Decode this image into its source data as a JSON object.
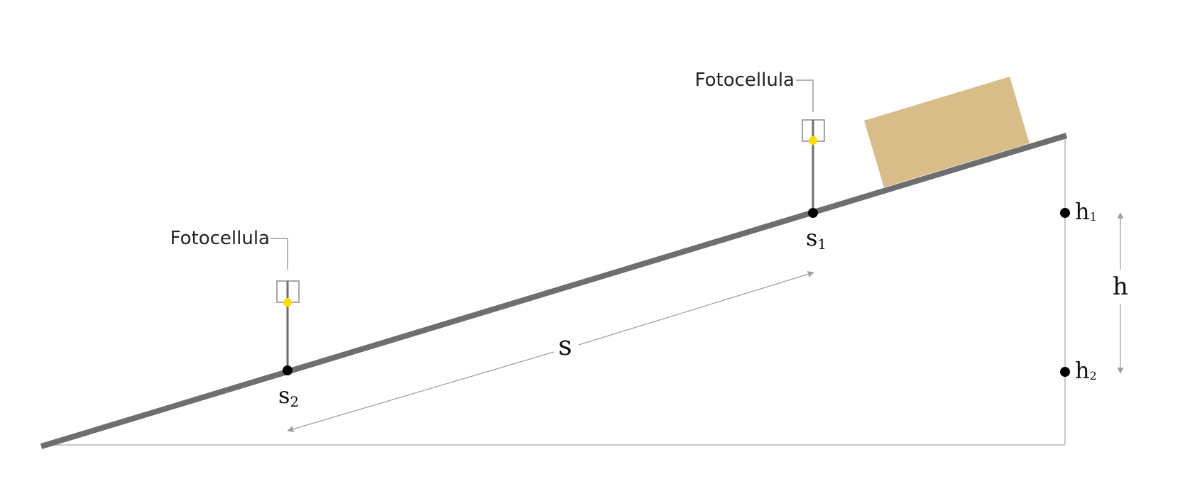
{
  "labels": {
    "photocell_top": "Fotocellula",
    "photocell_bottom": "Fotocellula",
    "s1_base": "s",
    "s1_sub": "1",
    "s2_base": "s",
    "s2_sub": "2",
    "s": "s",
    "h1_base": "h",
    "h1_sub": "1",
    "h2_base": "h",
    "h2_sub": "2",
    "h": "h"
  },
  "colors": {
    "ramp": "#6e6e6e",
    "block": "#d8bd88",
    "sensor": "#ffdd00",
    "guide": "#c8c8c8",
    "arrow": "#a0a0a0",
    "point": "#000000"
  }
}
